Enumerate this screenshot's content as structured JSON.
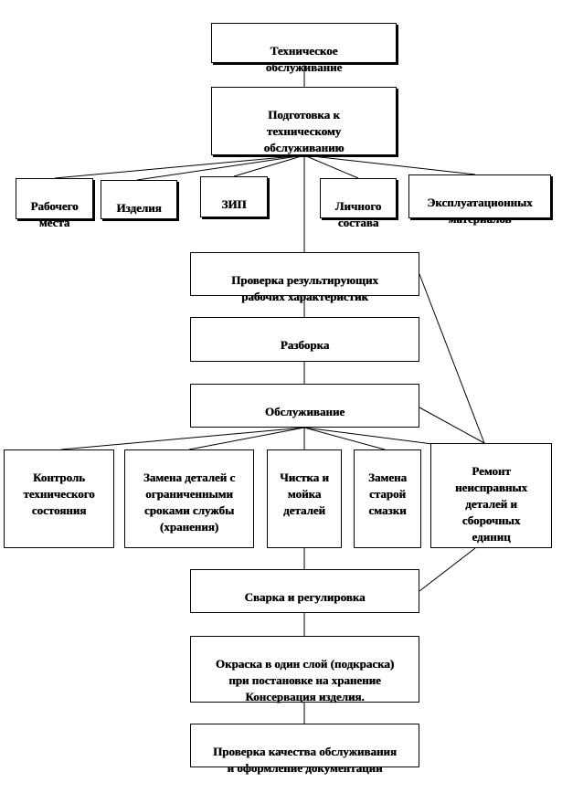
{
  "nodes": {
    "root": "Техническое\nобслуживание",
    "prep": "Подготовка к\nтехническому\nобслуживанию",
    "workplace": "Рабочего\nместа",
    "product": "Изделия",
    "zip": "ЗИП",
    "personnel": "Личного\nсостава",
    "materials": "Эксплуатационных\nматериалов",
    "check": "Проверка результирующих\nрабочих характеристик",
    "disassembly": "Разборка",
    "service": "Обслуживание",
    "control": "Контроль\nтехнического\nсостояния",
    "replace_parts": "Замена деталей с\nограниченными\nсроками службы\n(хранения)",
    "cleaning": "Чистка и\nмойка\nдеталей",
    "lube": "Замена\nстарой\nсмазки",
    "repair": "Ремонт\nнеисправных\nдеталей и\nсборочных\nединиц",
    "welding": "Сварка и регулировка",
    "painting": "Окраска в один слой (подкраска)\nпри постановке на хранение\nКонсервация изделия.",
    "quality": "Проверка качества обслуживания\nи оформление документации"
  }
}
